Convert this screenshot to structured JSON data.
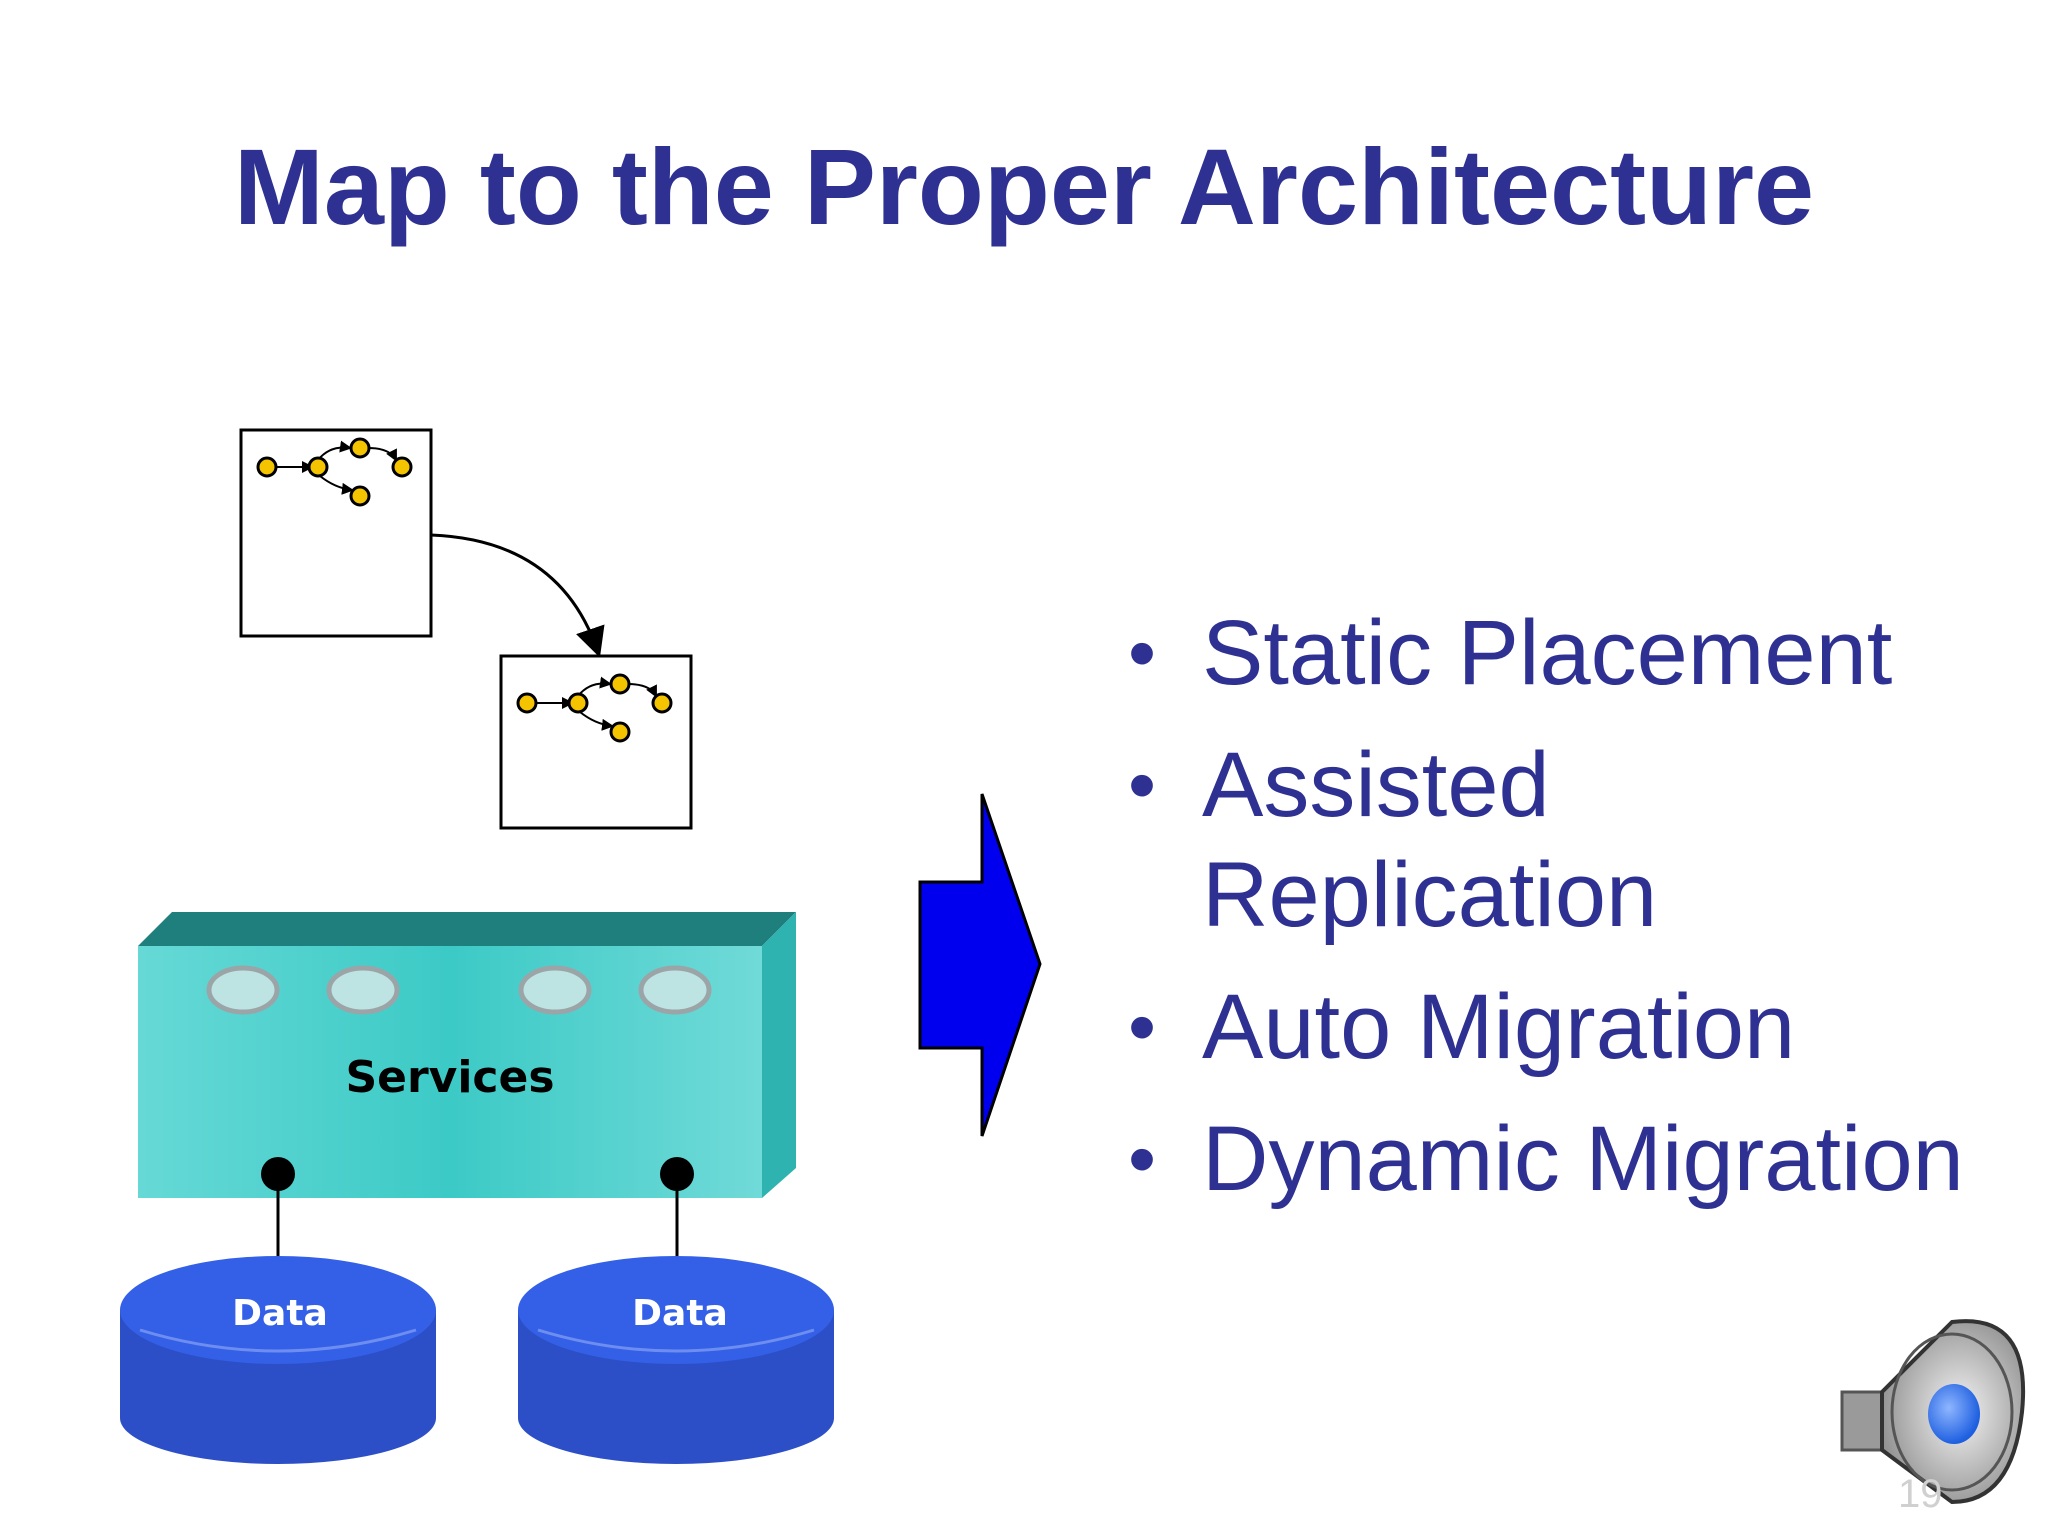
{
  "slide": {
    "title": "Map to the Proper Architecture",
    "bullets": [
      "Static Placement",
      "Assisted Replication",
      "Auto Migration",
      "Dynamic Migration"
    ],
    "page_number": "19"
  },
  "diagram": {
    "services_label": "Services",
    "data_labels": [
      "Data",
      "Data"
    ],
    "colors": {
      "services_front": "#40CFCB",
      "services_top": "#1F7F7C",
      "services_side": "#2FB3B0",
      "data_cylinder": "#2F55D4",
      "data_cylinder_top": "#3563E6",
      "arrow_fill": "#0000EE",
      "node_fill": "#F5C400"
    },
    "icons": [
      "workflow-graph-icon",
      "big-right-arrow-icon",
      "speaker-icon"
    ]
  }
}
